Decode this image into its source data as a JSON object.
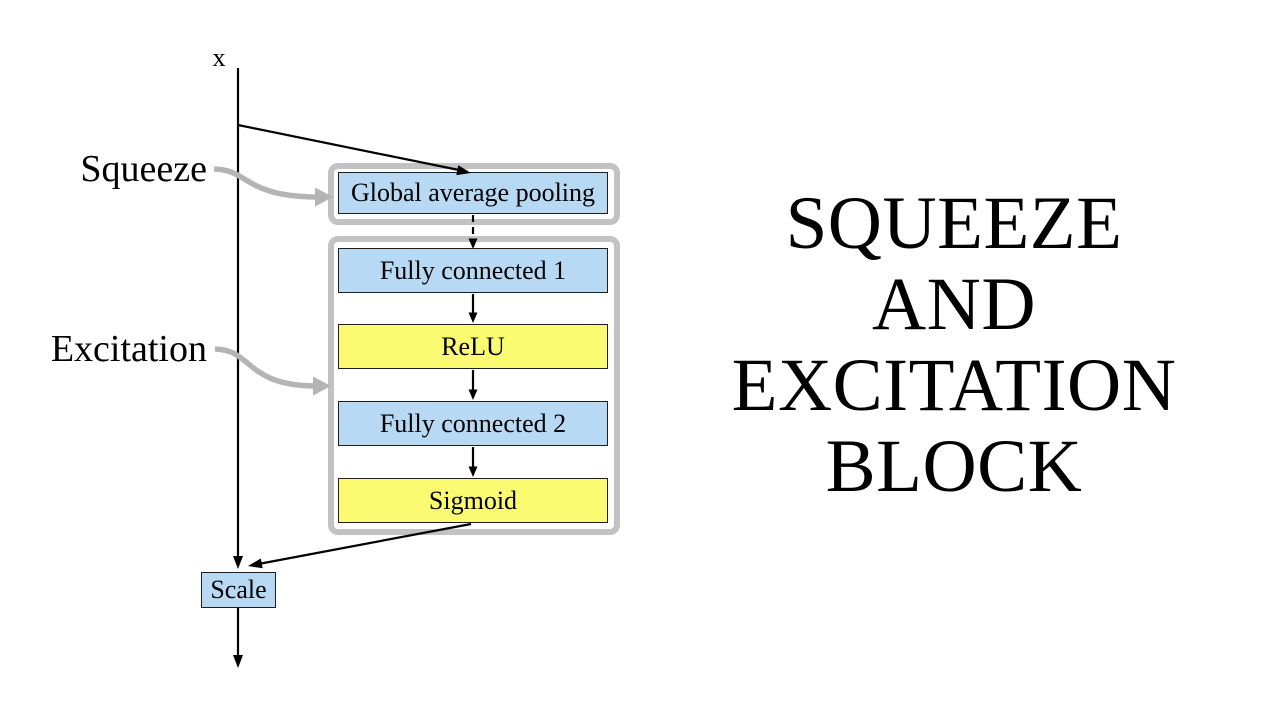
{
  "title_panel": {
    "lines": [
      "SQUEEZE",
      "AND",
      "EXCITATION",
      "BLOCK"
    ]
  },
  "diagram": {
    "input_label": "x",
    "annotations": {
      "squeeze": "Squeeze",
      "excitation": "Excitation"
    },
    "nodes": {
      "global_average_pooling": "Global average pooling",
      "fully_connected_1": "Fully connected 1",
      "relu": "ReLU",
      "fully_connected_2": "Fully connected 2",
      "sigmoid": "Sigmoid",
      "scale": "Scale"
    },
    "colors": {
      "node_blue": "#b8d9f4",
      "node_yellow": "#fbfb71",
      "group_border": "#c2c2c2",
      "annotation_arrow": "#b4b4b4",
      "flow_line": "#000000"
    }
  }
}
